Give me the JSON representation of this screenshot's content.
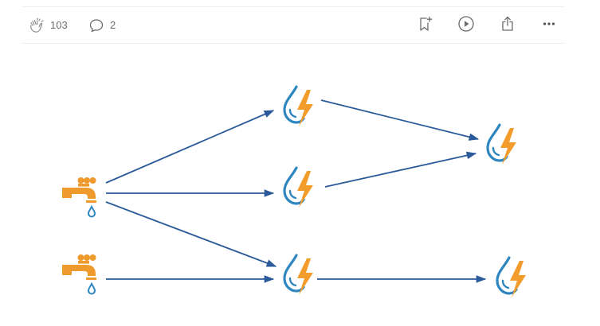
{
  "toolbar": {
    "claps": {
      "icon": "clap-icon",
      "count": "103"
    },
    "responses": {
      "icon": "comment-icon",
      "count": "2"
    },
    "actions": [
      {
        "icon": "bookmark-add-icon"
      },
      {
        "icon": "play-icon"
      },
      {
        "icon": "share-icon"
      },
      {
        "icon": "more-icon"
      }
    ]
  },
  "diagram": {
    "colors": {
      "arrow": "#2b5a9a",
      "water": "#2e86c1",
      "energy": "#f29c2b",
      "tap": "#ee9a2c"
    },
    "nodes": [
      {
        "id": "tap-1",
        "icon": "water-tap-icon"
      },
      {
        "id": "tap-2",
        "icon": "water-tap-icon"
      },
      {
        "id": "water-energy-1",
        "icon": "water-energy-icon"
      },
      {
        "id": "water-energy-2",
        "icon": "water-energy-icon"
      },
      {
        "id": "water-energy-3",
        "icon": "water-energy-icon"
      },
      {
        "id": "water-energy-4",
        "icon": "water-energy-icon"
      },
      {
        "id": "water-energy-5",
        "icon": "water-energy-icon"
      }
    ],
    "edges": [
      {
        "from": "tap-1",
        "to": "water-energy-1"
      },
      {
        "from": "tap-1",
        "to": "water-energy-2"
      },
      {
        "from": "tap-1",
        "to": "water-energy-3"
      },
      {
        "from": "tap-2",
        "to": "water-energy-3"
      },
      {
        "from": "water-energy-1",
        "to": "water-energy-4"
      },
      {
        "from": "water-energy-2",
        "to": "water-energy-4"
      },
      {
        "from": "water-energy-3",
        "to": "water-energy-5"
      }
    ]
  }
}
